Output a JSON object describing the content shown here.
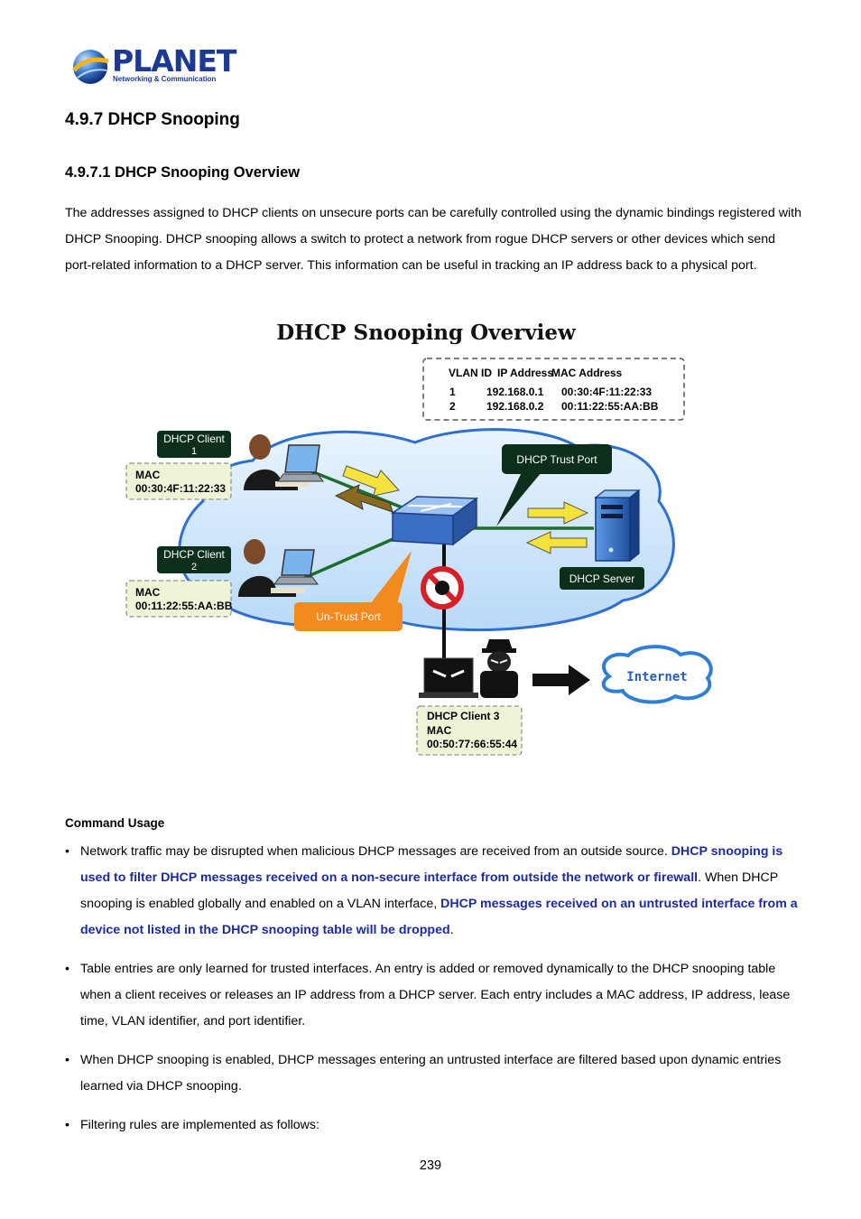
{
  "logo": {
    "name": "PLANET",
    "subtitle": "Networking & Communication"
  },
  "heading": "4.9.7 DHCP Snooping",
  "subheading": "4.9.7.1 DHCP Snooping Overview",
  "intro": "The addresses assigned to DHCP clients on unsecure ports can be carefully controlled using the dynamic bindings registered with DHCP Snooping. DHCP snooping allows a switch to protect a network from rogue DHCP servers or other devices which send port-related information to a DHCP server. This information can be useful in tracking an IP address back to a physical port.",
  "figure": {
    "title": "DHCP Snooping Overview",
    "table": {
      "headers": [
        "VLAN ID",
        "IP Address",
        "MAC Address"
      ],
      "rows": [
        [
          "1",
          "192.168.0.1",
          "00:30:4F:11:22:33"
        ],
        [
          "2",
          "192.168.0.2",
          "00:11:22:55:AA:BB"
        ]
      ]
    },
    "client1": {
      "label1": "DHCP Client",
      "label2": "1",
      "mac_label": "MAC",
      "mac": "00:30:4F:11:22:33"
    },
    "client2": {
      "label1": "DHCP Client",
      "label2": "2",
      "mac_label": "MAC",
      "mac": "00:11:22:55:AA:BB"
    },
    "client3": {
      "label": "DHCP Client 3",
      "mac_label": "MAC",
      "mac": "00:50:77:66:55:44"
    },
    "trust_port": "DHCP Trust Port",
    "untrust_port": "Un-Trust Port",
    "server": "DHCP Server",
    "internet": "Internet",
    "colors": {
      "label_bg": "#0e2e1c",
      "mac_bg": "#eef4d6",
      "cloud": "#cfe6fb",
      "line": "#1f6d2e",
      "orange": "#f28a1d",
      "switch": "#3a6fc5"
    }
  },
  "command_usage": {
    "title": "Command Usage",
    "b1": {
      "t1": "Network traffic may be disrupted when malicious DHCP messages are received from an outside source. ",
      "h1": "DHCP snooping is used to filter DHCP messages received on a non-secure interface from outside the network or firewall",
      "t2": ". When DHCP snooping is enabled globally and enabled on a VLAN interface, ",
      "h2": "DHCP messages received on an untrusted interface from a device not listed in the DHCP snooping table will be dropped",
      "t3": "."
    },
    "b2": "Table entries are only learned for trusted interfaces. An entry is added or removed dynamically to the DHCP snooping table when a client receives or releases an IP address from a DHCP server. Each entry includes a MAC address, IP address, lease time, VLAN identifier, and port identifier.",
    "b3": "When DHCP snooping is enabled, DHCP messages entering an untrusted interface are filtered based upon dynamic entries learned via DHCP snooping.",
    "b4": "Filtering rules are implemented as follows:"
  },
  "page_number": "239"
}
